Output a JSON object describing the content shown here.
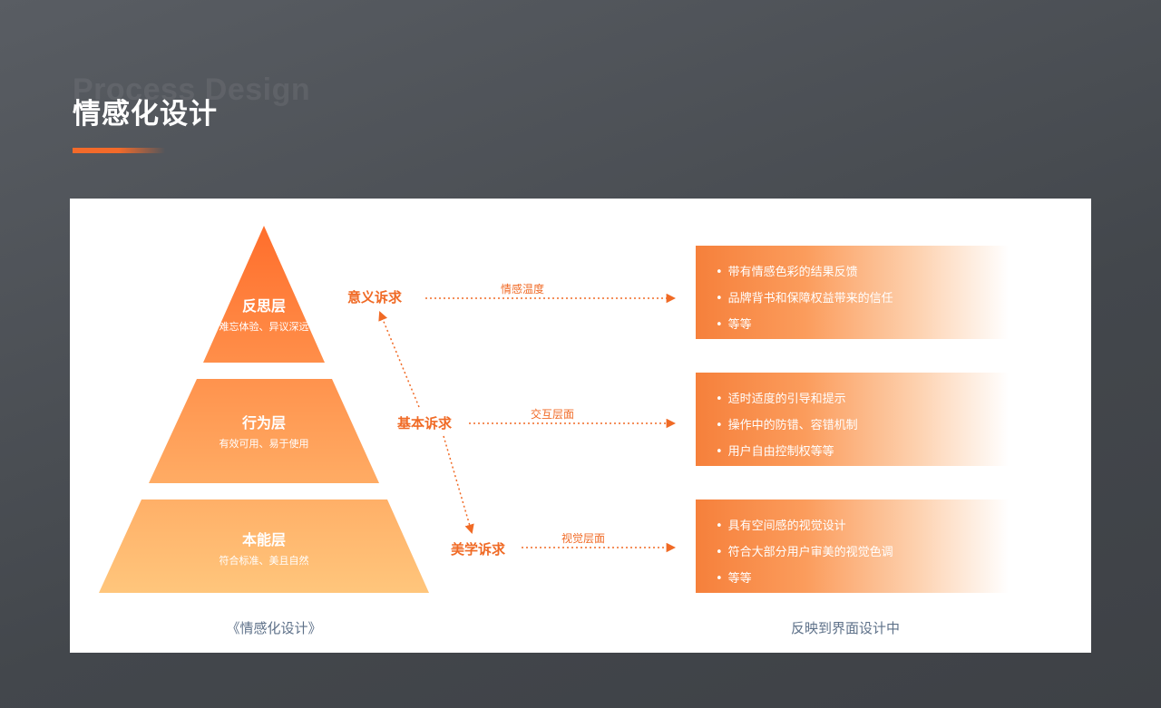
{
  "header": {
    "watermark": "Process Design",
    "title": "情感化设计"
  },
  "pyramid": {
    "layers": [
      {
        "title": "反思层",
        "subtitle": "难忘体验、异议深远"
      },
      {
        "title": "行为层",
        "subtitle": "有效可用、易于使用"
      },
      {
        "title": "本能层",
        "subtitle": "符合标准、美且自然"
      }
    ],
    "caption": "《情感化设计》"
  },
  "appeals": [
    {
      "label": "意义诉求",
      "level": "情感温度"
    },
    {
      "label": "基本诉求",
      "level": "交互层面"
    },
    {
      "label": "美学诉求",
      "level": "视觉层面"
    }
  ],
  "panels": [
    {
      "items": [
        "带有情感色彩的结果反馈",
        "品牌背书和保障权益带来的信任",
        "等等"
      ]
    },
    {
      "items": [
        "适时适度的引导和提示",
        "操作中的防错、容错机制",
        "用户自由控制权等等"
      ]
    },
    {
      "items": [
        "具有空间感的视觉设计",
        "符合大部分用户审美的视觉色调",
        "等等"
      ]
    }
  ],
  "right_caption": "反映到界面设计中",
  "bullet": "•",
  "colors": {
    "accent": "#f06a25",
    "pyramid_top": "#ff7533",
    "pyramid_bottom": "#ffc47a",
    "caption": "#5e7189"
  }
}
